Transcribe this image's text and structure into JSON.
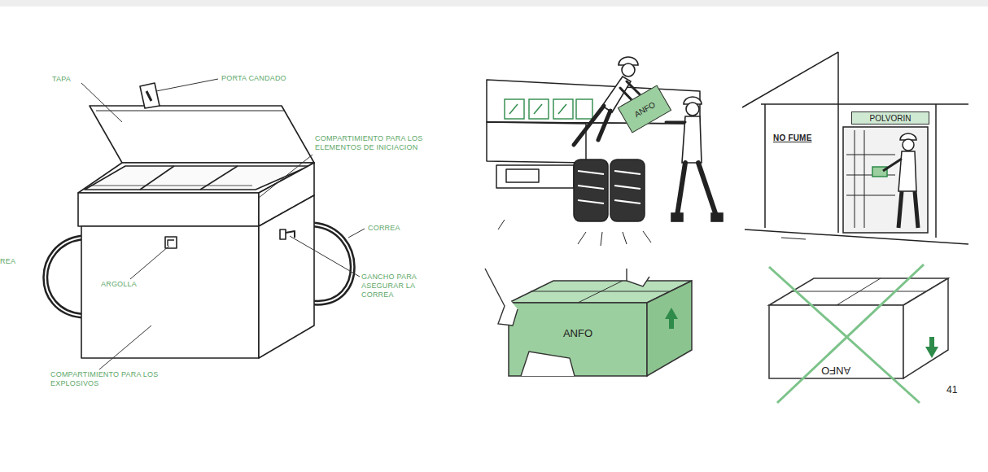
{
  "diagram": {
    "nodes": [
      {
        "text": [
          "ANFO"
        ]
      },
      {
        "text": [
          "POLVORIN"
        ]
      },
      {
        "text": [
          "ANFO"
        ]
      },
      {
        "text": [
          "ANFO"
        ]
      }
    ],
    "labels": [
      "TAPA",
      "PORTA CANDADO",
      "COMPARTIMIENTO PARA LOS ELEMENTOS DE INICIACION",
      "REA",
      "CORREA",
      "ARGOLLA",
      "GANCHO PARA ASEGURAR LA CORREA",
      "COMPARTIMIENTO PARA LOS EXPLOSIVOS",
      "NO FUME",
      "41"
    ]
  }
}
